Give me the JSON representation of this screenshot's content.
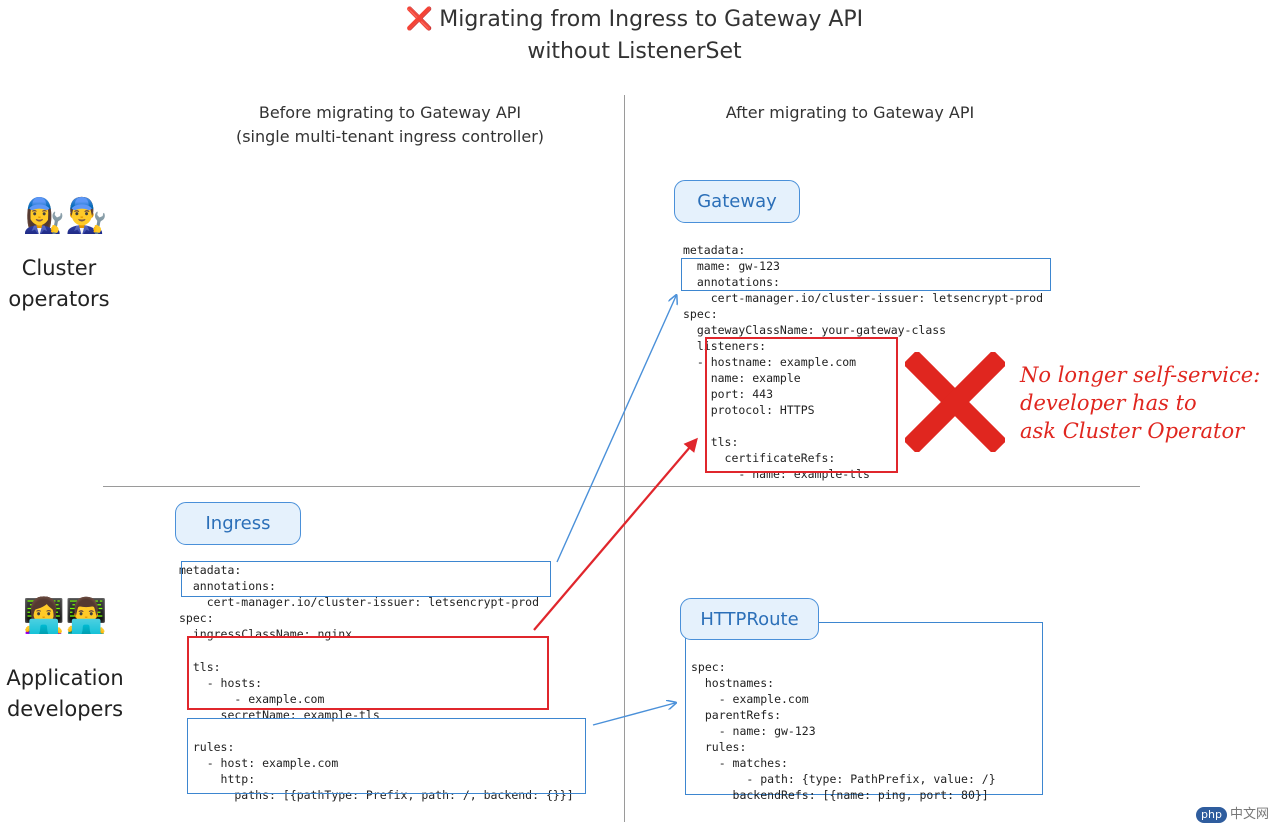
{
  "title": {
    "mark": "❌",
    "line1": "Migrating from Ingress to Gateway API",
    "line2": "without ListenerSet"
  },
  "columns": {
    "before_line1": "Before migrating to Gateway API",
    "before_line2": "(single multi-tenant ingress controller)",
    "after": "After migrating to Gateway API"
  },
  "personas": {
    "cluster": {
      "avatars": "👩‍🔧👨‍🔧",
      "line1": "Cluster",
      "line2": "operators"
    },
    "app": {
      "avatars": "👩‍💻👨‍💻",
      "line1": "Application",
      "line2": "developers"
    }
  },
  "gateway": {
    "label": "Gateway",
    "l1": "metadata:",
    "l2": "  mame: gw-123",
    "l3": "  annotations:",
    "l4": "    cert-manager.io/cluster-issuer: letsencrypt-prod",
    "l5": "spec:",
    "l6": "  gatewayClassName: your-gateway-class",
    "l7": "  listeners:",
    "l8": "  - hostname: example.com",
    "l9": "    name: example",
    "l10": "    port: 443",
    "l11": "    protocol: HTTPS",
    "l12": "",
    "l13": "    tls:",
    "l14": "      certificateRefs:",
    "l15": "        - name: example-tls"
  },
  "note": {
    "line1": "No longer self-service:",
    "line2": "developer has to",
    "line3": "ask Cluster Operator"
  },
  "ingress": {
    "label": "Ingress",
    "l1": "metadata:",
    "l2": "  annotations:",
    "l3": "    cert-manager.io/cluster-issuer: letsencrypt-prod",
    "l4": "spec:",
    "l5": "  ingressClassName: nginx",
    "l6": "  tls:",
    "l7": "    - hosts:",
    "l8": "        - example.com",
    "l9": "      secretName: example-tls",
    "l10": "  rules:",
    "l11": "    - host: example.com",
    "l12": "      http:",
    "l13": "        paths: [{pathType: Prefix, path: /, backend: {}}]"
  },
  "httproute": {
    "label": "HTTPRoute",
    "l1": "spec:",
    "l2": "  hostnames:",
    "l3": "    - example.com",
    "l4": "  parentRefs:",
    "l5": "    - name: gw-123",
    "l6": "  rules:",
    "l7": "    - matches:",
    "l8": "        - path: {type: PathPrefix, value: /}",
    "l9": "      backendRefs: [{name: ping, port: 80}]"
  },
  "watermark": {
    "badge": "php",
    "text": "中文网"
  },
  "colors": {
    "accent_blue": "#3d86d0",
    "accent_red": "#e0262c",
    "pill_fill": "#e5f1fc"
  }
}
